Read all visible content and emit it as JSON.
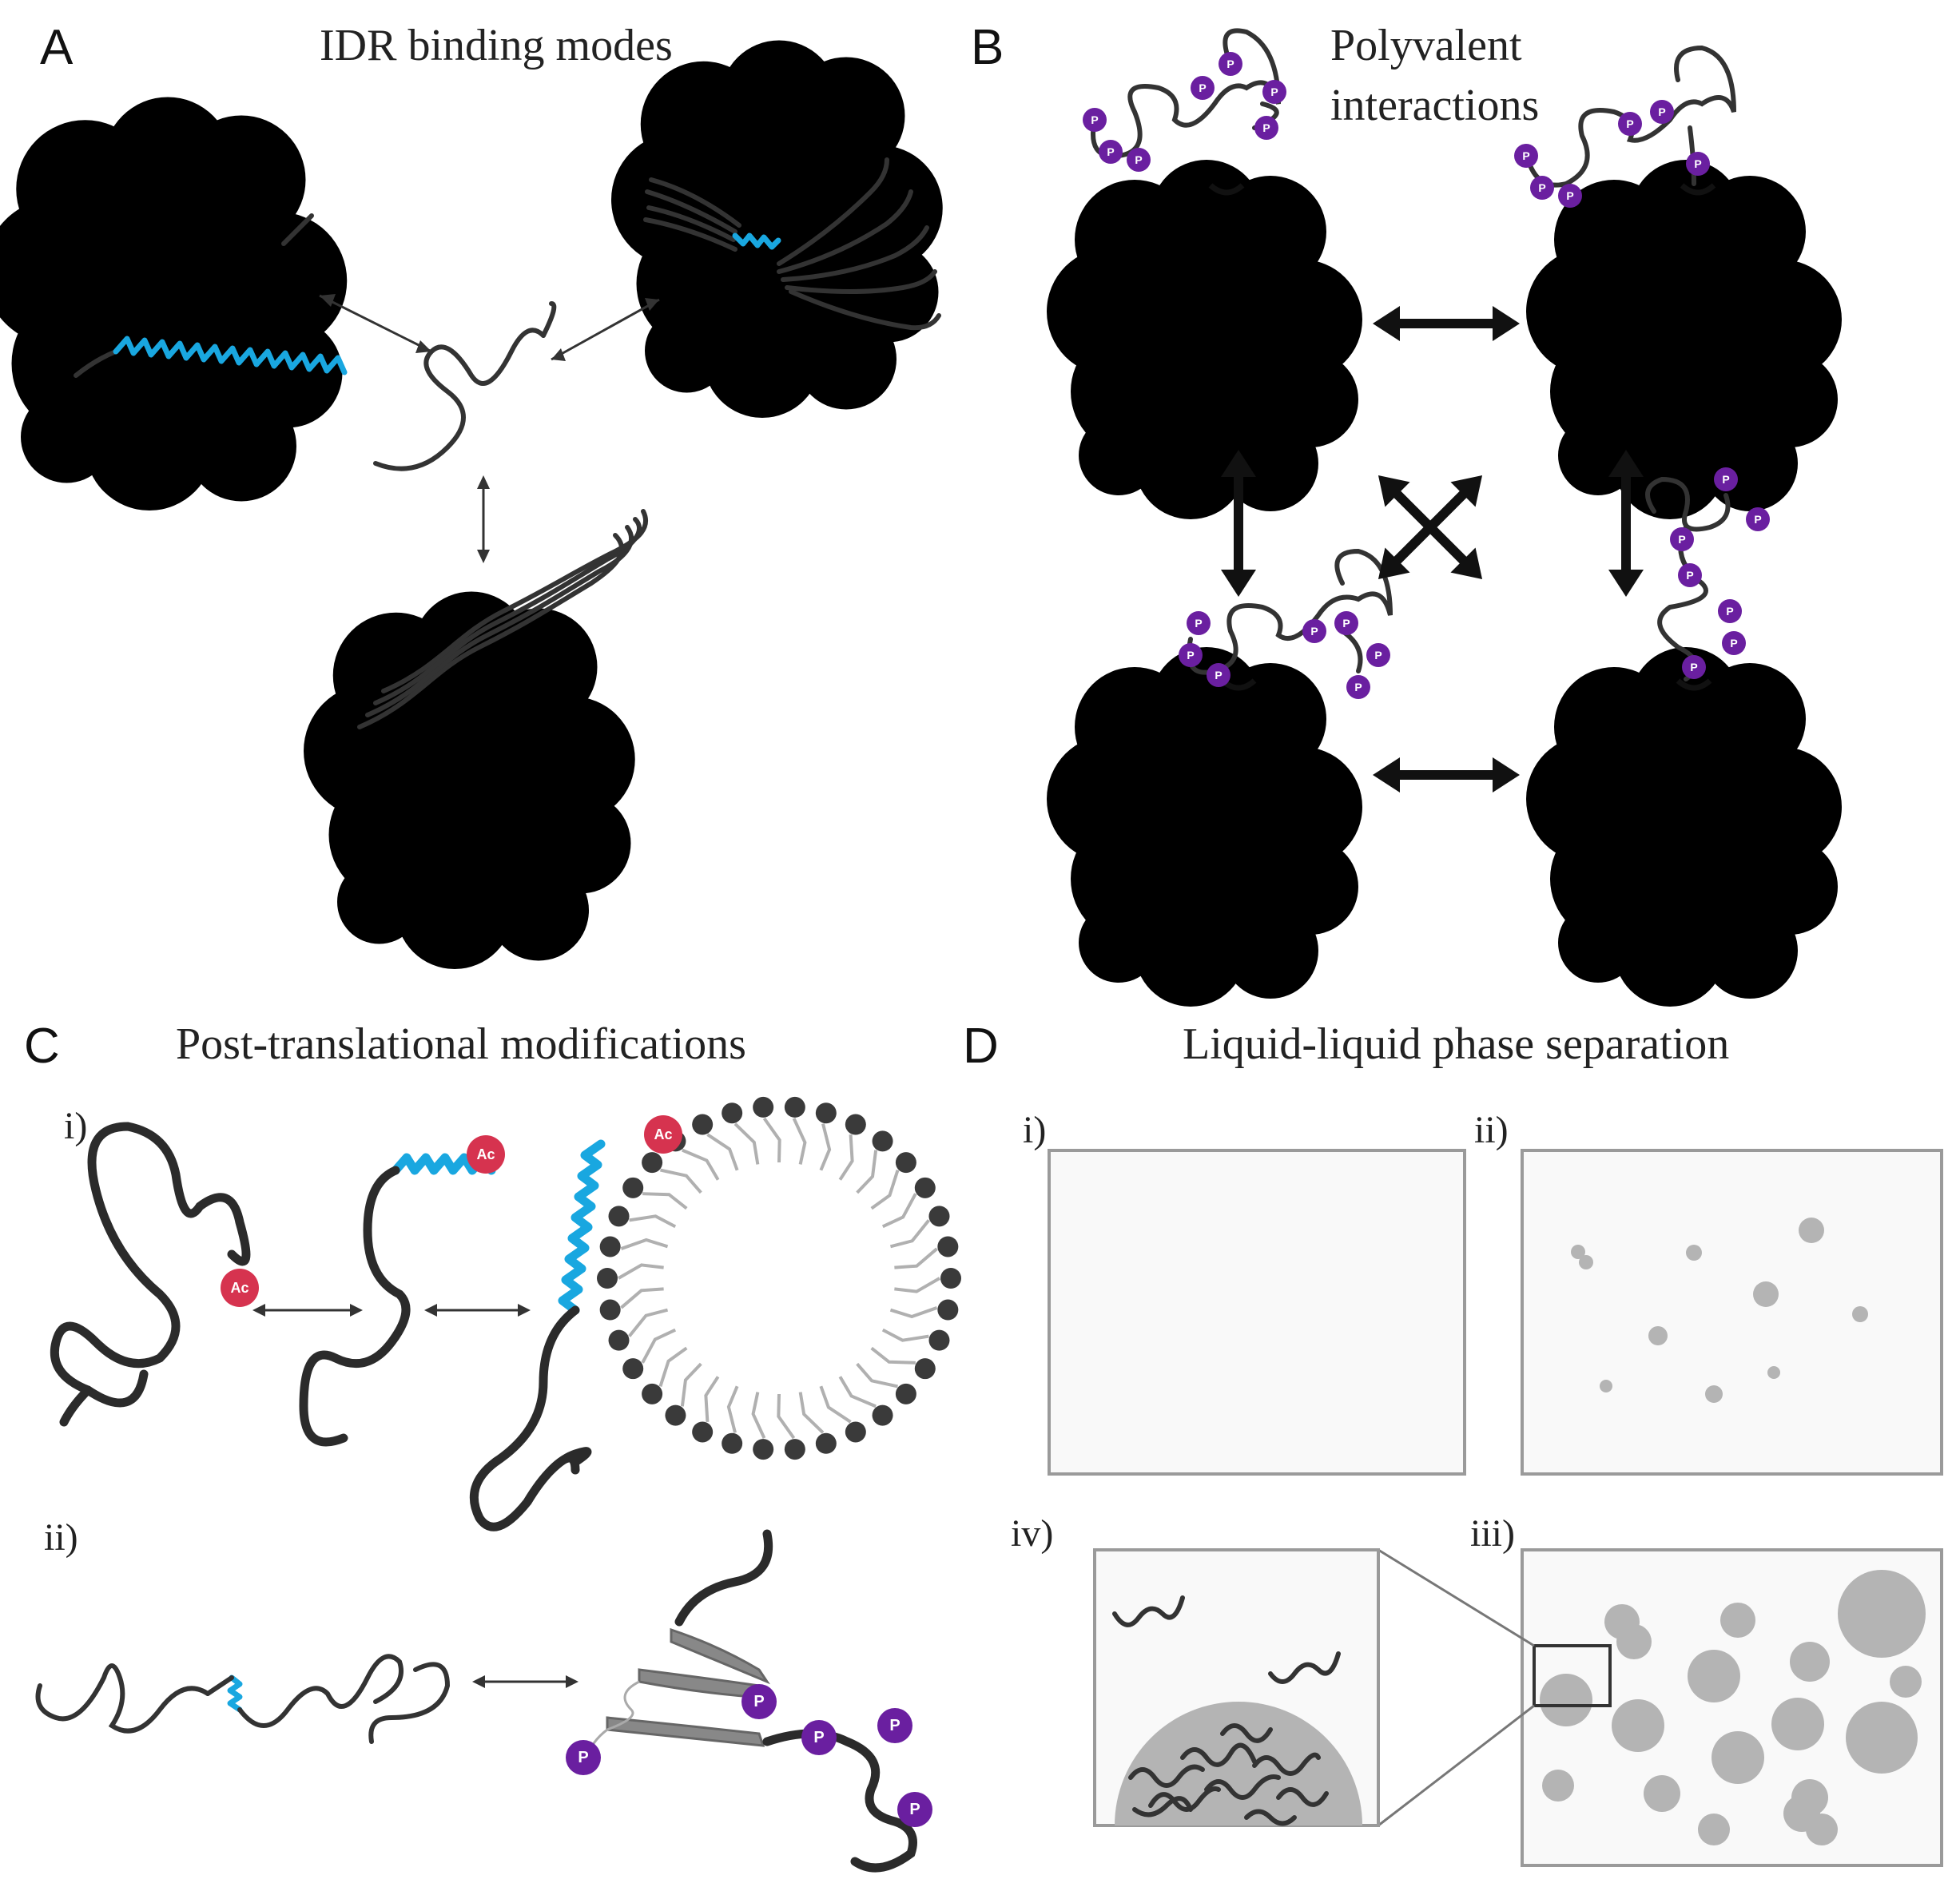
{
  "panels": {
    "A": {
      "letter": "A",
      "title": "IDR binding modes"
    },
    "B": {
      "letter": "B",
      "title_line1": "Polyvalent",
      "title_line2": "interactions"
    },
    "C": {
      "letter": "C",
      "title": "Post-translational modifications",
      "sub_i": "i)",
      "sub_ii": "ii)"
    },
    "D": {
      "letter": "D",
      "title": "Liquid-liquid phase separation",
      "sub_i": "i)",
      "sub_ii": "ii)",
      "sub_iii": "iii)",
      "sub_iv": "iv)"
    }
  },
  "labels": {
    "acetyl": "Ac",
    "phospho": "P"
  },
  "colors": {
    "protein": "#e6e6e6",
    "idr": "#2b2b2b",
    "bound_segment": "#19a7e0",
    "phospho": "#6a1fa0",
    "acetyl": "#d6334f",
    "droplet": "#b4b4b4"
  },
  "icons": [
    "double-arrow-icon",
    "protein-blob-icon",
    "phosphate-icon",
    "acetyl-icon",
    "lipid-vesicle-icon"
  ]
}
